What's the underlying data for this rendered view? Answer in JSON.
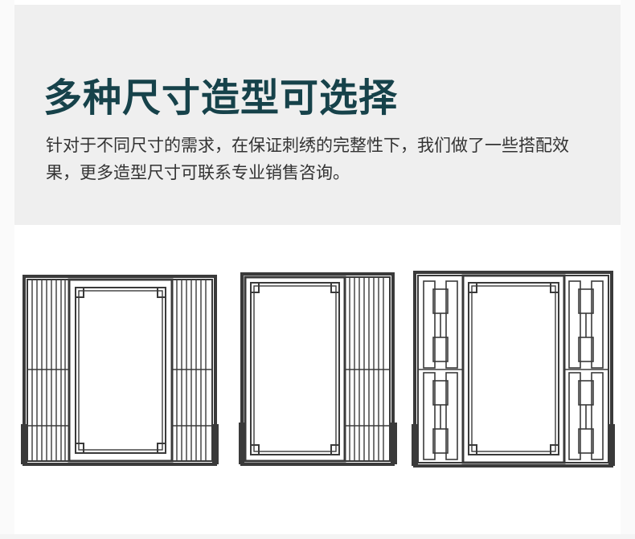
{
  "header": {
    "title": "多种尺寸造型可选择",
    "description": "针对于不同尺寸的需求，在保证刺绣的完整性下，我们做了一些搭配效果，更多造型尺寸可联系专业销售咨询。"
  },
  "colors": {
    "title": "#16424a",
    "frame": "#3a3a3a",
    "header_bg": "#efefef"
  },
  "screens": [
    {
      "name": "three-panel-vertical-slat-screen"
    },
    {
      "name": "two-panel-vertical-slat-screen"
    },
    {
      "name": "three-panel-lattice-screen"
    }
  ]
}
